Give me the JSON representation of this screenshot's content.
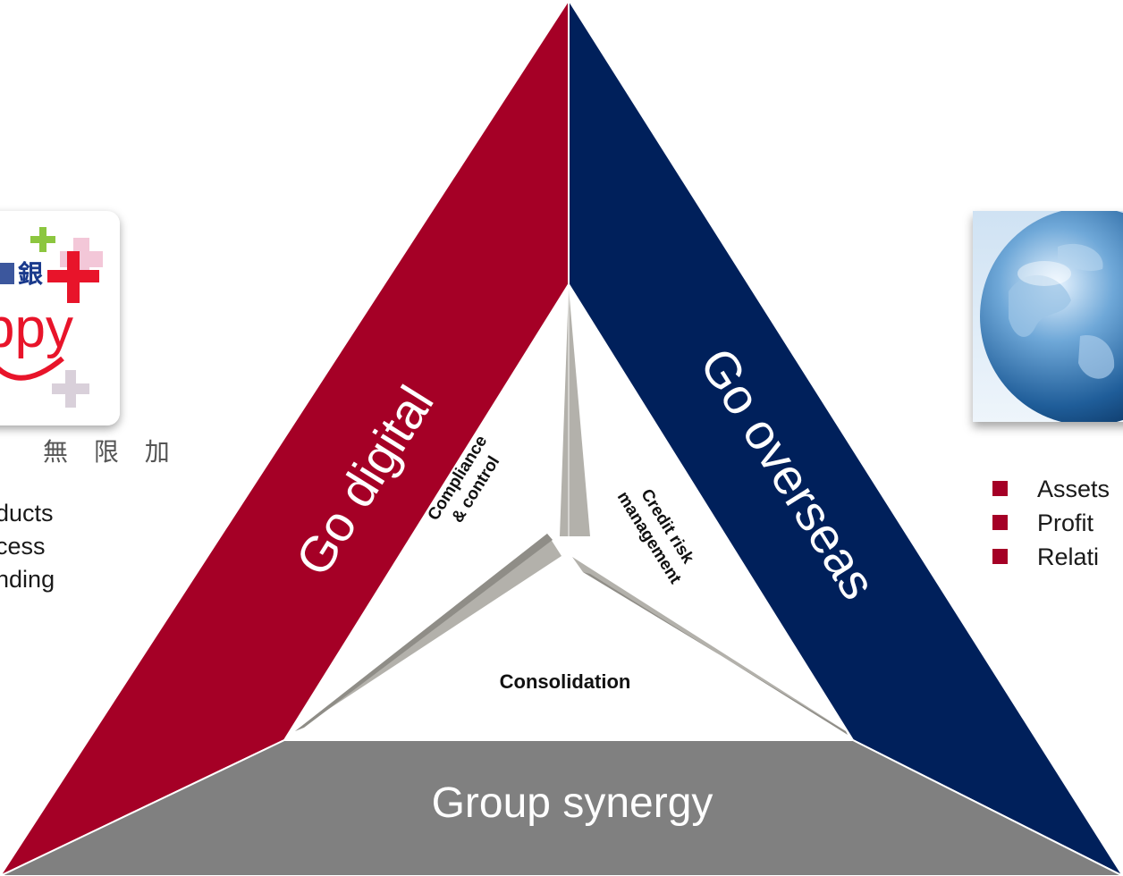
{
  "diagram": {
    "left_side_label": "Go digital",
    "right_side_label": "Go overseas",
    "base_label": "Group synergy",
    "inner_labels": {
      "compliance": [
        "Compliance",
        "& control"
      ],
      "credit_risk": [
        "Credit risk",
        "management"
      ],
      "consolidation": "Consolidation"
    }
  },
  "left_panel": {
    "logo_cjk_text": "銀",
    "logo_word": "ppy",
    "logo_caption": "無 限 加",
    "items": [
      "oducts",
      "ocess",
      "anding"
    ]
  },
  "right_panel": {
    "image": "globe-image",
    "items": [
      "Assets",
      "Profit",
      "Relati"
    ]
  },
  "colors": {
    "left_side": "#a50026",
    "right_side": "#00205b",
    "base": "#808080",
    "inner_blade": "#b3b1ab",
    "bullet": "#a50026",
    "logo_red": "#e8142a",
    "logo_green": "#8cc63f",
    "logo_pink": "#f3c7d8",
    "logo_blue": "#1a3a8c"
  }
}
